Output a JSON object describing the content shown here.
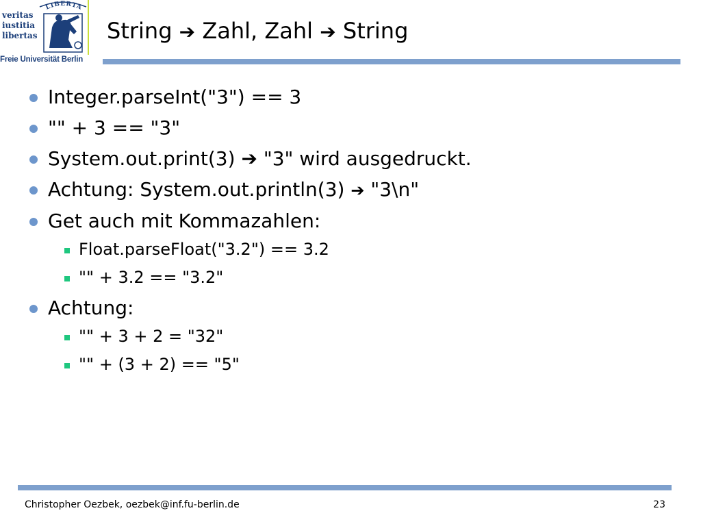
{
  "logo": {
    "motto": [
      "veritas",
      "iustitia",
      "libertas"
    ],
    "seal_text": "LIBERTAS",
    "name": "Freie Universität Berlin"
  },
  "title": {
    "part1": "String",
    "arrow_icon": "arrow-right-icon",
    "part2": "Zahl, Zahl",
    "part3": "String"
  },
  "bullets": [
    {
      "level": 1,
      "text": "Integer.parseInt(\"3\") == 3"
    },
    {
      "level": 1,
      "text": "\"\" + 3 == \"3\""
    },
    {
      "level": 1,
      "before": "System.out.print(3)",
      "arrow": "bold",
      "after": "\"3\" wird ausgedruckt."
    },
    {
      "level": 1,
      "before": "Achtung: System.out.println(3)",
      "arrow": "plain",
      "after": "\"3\\n\""
    },
    {
      "level": 1,
      "text": "Get auch mit Kommazahlen:"
    },
    {
      "level": 2,
      "text": "Float.parseFloat(\"3.2\") == 3.2"
    },
    {
      "level": 2,
      "text": "\"\" + 3.2 == \"3.2\""
    },
    {
      "level": 1,
      "text": "Achtung:"
    },
    {
      "level": 2,
      "text": "\"\" + 3 + 2 = \"32\""
    },
    {
      "level": 2,
      "text": "\"\" + (3 + 2) == \"5\""
    }
  ],
  "footer": {
    "author": "Christopher Oezbek, oezbek@inf.fu-berlin.de",
    "page_number": "23"
  },
  "colors": {
    "rule": "#7ea0cd",
    "bullet_level1": "#6d96cc",
    "bullet_level2": "#1fc77f",
    "logo_green": "#c9de3a",
    "logo_blue": "#1c3f7a"
  }
}
